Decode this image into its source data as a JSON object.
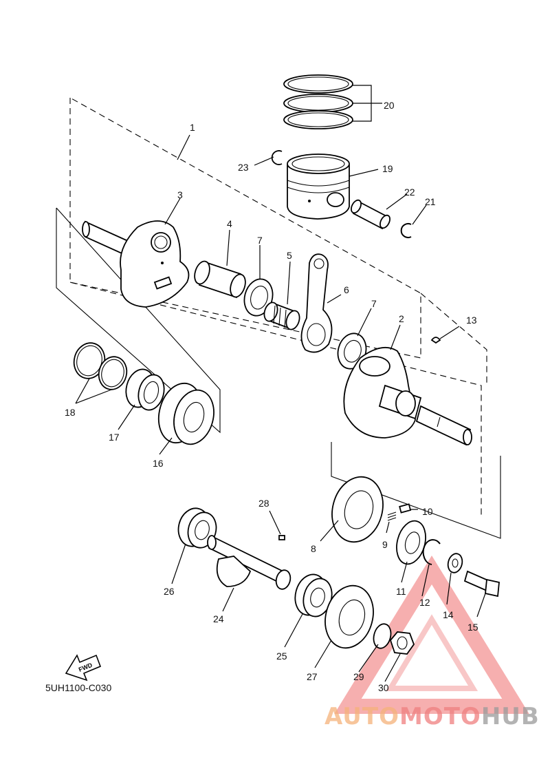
{
  "diagram_code": "5UH1100-C030",
  "fwd_label": "FWD",
  "watermark": {
    "part1": "AUTO",
    "part2": "MOTO",
    "part3": "HUB",
    "color_orange": "#f5b27a",
    "color_red": "#ef7f7f",
    "color_gray": "#9a9a9a"
  },
  "labels": [
    "1",
    "2",
    "3",
    "4",
    "5",
    "6",
    "7",
    "7",
    "8",
    "9",
    "10",
    "11",
    "12",
    "13",
    "14",
    "15",
    "16",
    "17",
    "18",
    "19",
    "20",
    "21",
    "22",
    "23",
    "24",
    "25",
    "26",
    "27",
    "28",
    "29",
    "30"
  ]
}
